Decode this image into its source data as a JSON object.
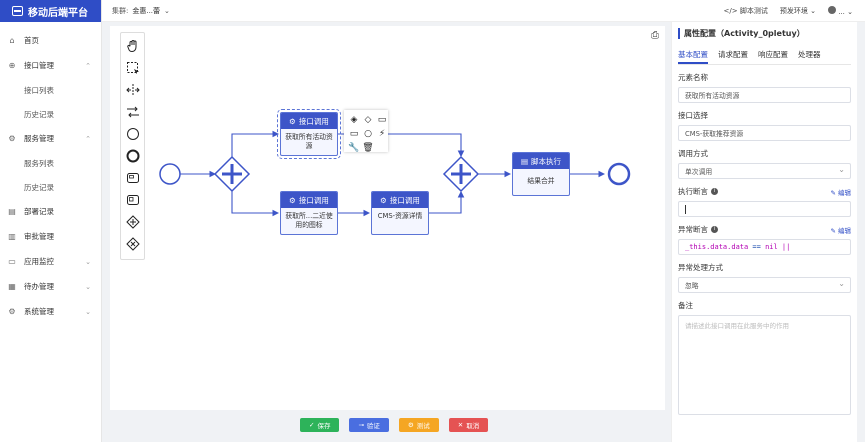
{
  "app": {
    "title": "移动后端平台"
  },
  "header": {
    "cluster_label": "集群:",
    "cluster_value": "金惠...蕾",
    "script_test": "脚本测试",
    "env": "预发环境",
    "user": "..."
  },
  "sidebar": {
    "items": [
      {
        "label": "首页",
        "icon": "home-icon"
      },
      {
        "label": "接口管理",
        "icon": "api-icon",
        "expanded": true,
        "children": [
          "接口列表",
          "历史记录"
        ]
      },
      {
        "label": "服务管理",
        "icon": "service-icon",
        "expanded": true,
        "children": [
          "服务列表",
          "历史记录"
        ]
      },
      {
        "label": "部署记录",
        "icon": "deploy-icon"
      },
      {
        "label": "审批管理",
        "icon": "approve-icon"
      },
      {
        "label": "应用监控",
        "icon": "monitor-icon",
        "expanded": false
      },
      {
        "label": "待办管理",
        "icon": "todo-icon",
        "expanded": false
      },
      {
        "label": "系统管理",
        "icon": "settings-icon",
        "expanded": false
      }
    ]
  },
  "canvas": {
    "nodes": [
      {
        "id": "n1",
        "title": "接口调用",
        "text": "获取所有活动资源"
      },
      {
        "id": "n2",
        "title": "接口调用",
        "text": "获取所...二近使用的图标"
      },
      {
        "id": "n3",
        "title": "接口调用",
        "text": "CMS-资源详情"
      },
      {
        "id": "n4",
        "title": "脚本执行",
        "text": "结果合并"
      }
    ]
  },
  "panel": {
    "title": "属性配置（Activity_0pletuy）",
    "tabs": [
      "基本配置",
      "请求配置",
      "响应配置",
      "处理器"
    ],
    "active_tab": "基本配置",
    "fields": {
      "element_name_label": "元素名称",
      "element_name_value": "获取所有活动资源",
      "interface_label": "接口选择",
      "interface_value": "CMS-获取推荐资源",
      "call_mode_label": "调用方式",
      "call_mode_value": "单次调用",
      "assert_label": "执行断言",
      "edit_label": "编辑",
      "exception_assert_label": "异常断言",
      "exception_code_1": "_this.data.data",
      "exception_code_2": " == ",
      "exception_code_3": "nil ||",
      "exception_mode_label": "异常处理方式",
      "exception_mode_value": "忽略",
      "remark_label": "备注",
      "remark_placeholder": "请描述此接口调用在此服务中的作用"
    }
  },
  "footer": {
    "save": "保存",
    "verify": "验证",
    "test": "测试",
    "cancel": "取消"
  }
}
